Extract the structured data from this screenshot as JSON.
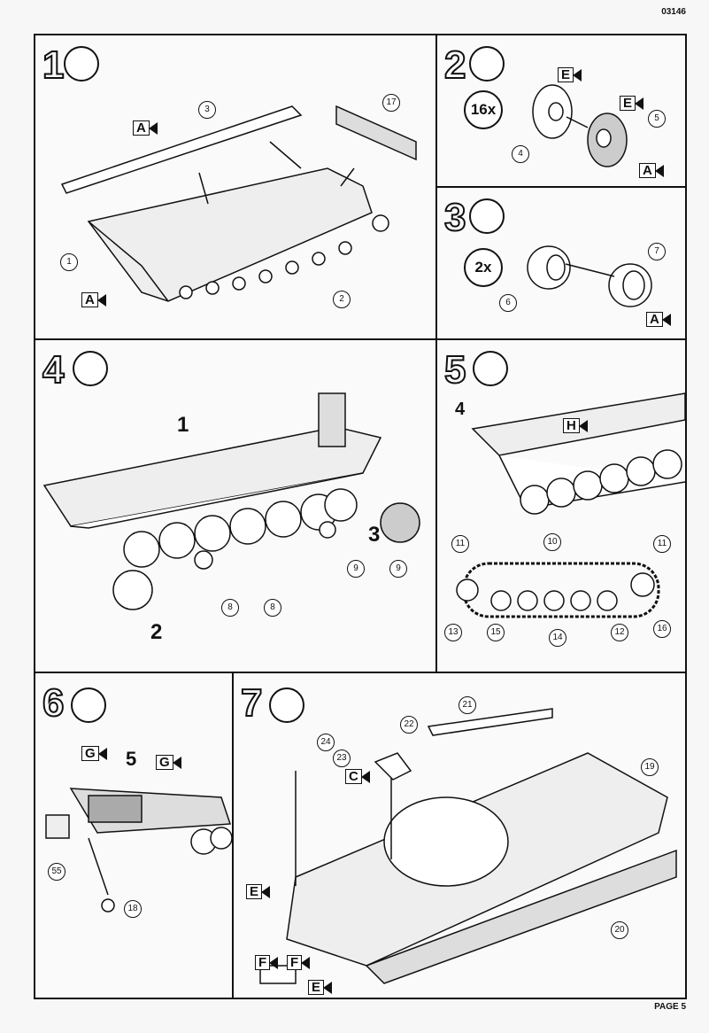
{
  "header": {
    "code": "03146"
  },
  "footer": {
    "page": "PAGE 5"
  },
  "steps": {
    "s1": {
      "num": "1",
      "labels": {
        "c3": "3",
        "c17": "17",
        "c1": "1",
        "c2": "2",
        "fA1": "A",
        "fA2": "A"
      }
    },
    "s2": {
      "num": "2",
      "count": "16x",
      "labels": {
        "c4": "4",
        "c5": "5",
        "fE1": "E",
        "fE2": "E",
        "fA": "A"
      }
    },
    "s3": {
      "num": "3",
      "count": "2x",
      "labels": {
        "c6": "6",
        "c7": "7",
        "fA": "A"
      }
    },
    "s4": {
      "num": "4",
      "labels": {
        "b1": "1",
        "b2": "2",
        "b3": "3",
        "c8a": "8",
        "c8b": "8",
        "c9a": "9",
        "c9b": "9"
      }
    },
    "s5": {
      "num": "5",
      "labels": {
        "b4": "4",
        "fH": "H",
        "c10": "10",
        "c11a": "11",
        "c11b": "11",
        "c12": "12",
        "c13": "13",
        "c14": "14",
        "c15": "15",
        "c16": "16"
      }
    },
    "s6": {
      "num": "6",
      "labels": {
        "b5": "5",
        "fG1": "G",
        "fG2": "G",
        "c55": "55",
        "c18": "18"
      }
    },
    "s7": {
      "num": "7",
      "labels": {
        "c19": "19",
        "c20": "20",
        "c21": "21",
        "c22": "22",
        "c23": "23",
        "c24": "24",
        "fC": "C",
        "fE1": "E",
        "fE2": "E",
        "fF1": "F",
        "fF2": "F"
      }
    }
  }
}
